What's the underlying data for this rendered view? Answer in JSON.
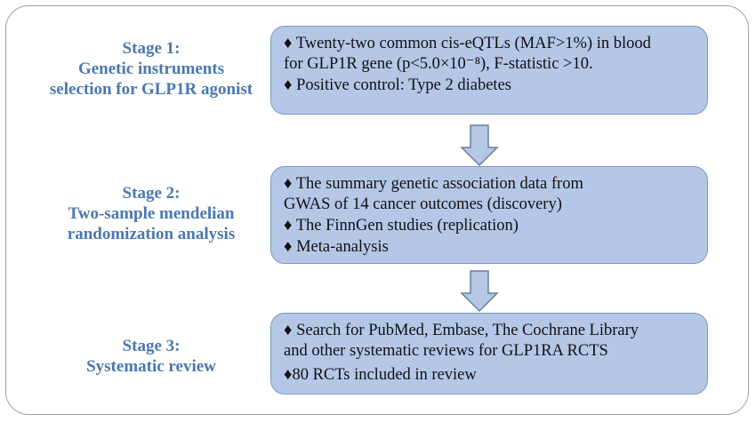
{
  "stages": [
    {
      "label_lines": [
        "Stage 1:",
        "Genetic instruments",
        "selection for GLP1R agonist"
      ],
      "items": [
        [
          "♦ Twenty-two common cis-eQTLs (MAF>1%) in blood",
          "for GLP1R gene (p<5.0×10⁻⁸), F-statistic >10."
        ],
        [
          "♦ Positive control: Type 2 diabetes"
        ]
      ]
    },
    {
      "label_lines": [
        "Stage 2:",
        "Two-sample mendelian",
        "randomization analysis"
      ],
      "items": [
        [
          "♦ The summary genetic association data from",
          "GWAS of 14 cancer outcomes (discovery)"
        ],
        [
          "♦ The FinnGen studies (replication)"
        ],
        [
          "♦ Meta-analysis"
        ]
      ]
    },
    {
      "label_lines": [
        "Stage 3:",
        "Systematic review"
      ],
      "items": [
        [
          "♦ Search for PubMed, Embase, The Cochrane Library",
          "and other systematic reviews for GLP1RA  RCTS"
        ],
        [
          "♦80 RCTs included in review"
        ]
      ]
    }
  ],
  "colors": {
    "box_fill": "#b4c7e7",
    "box_border": "#7f97bd",
    "stage_text": "#4a78b0",
    "frame_border": "#9aa3ad"
  }
}
